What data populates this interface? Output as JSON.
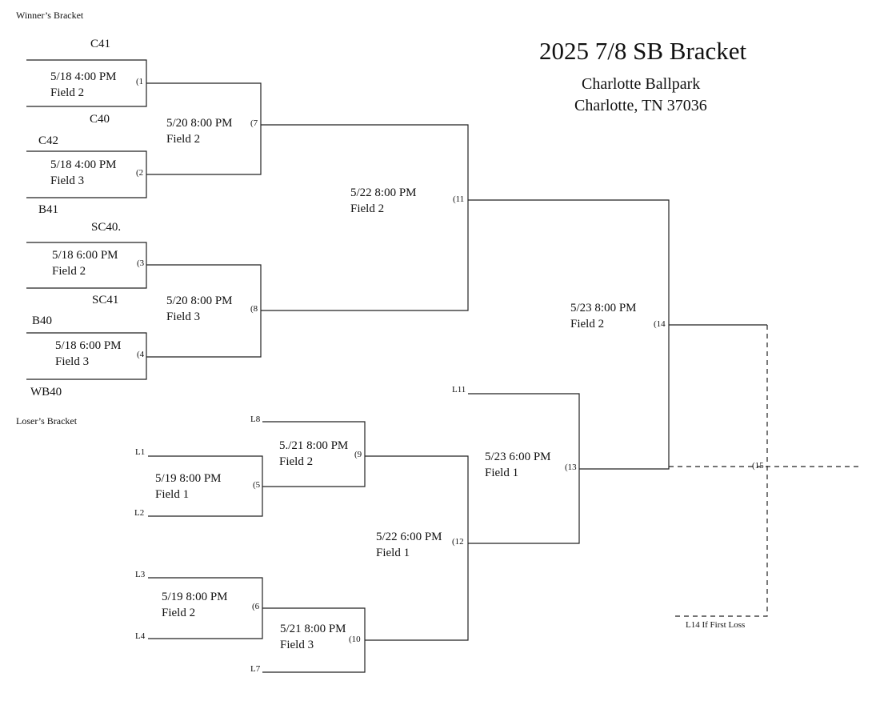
{
  "header": {
    "title": "2025 7/8 SB Bracket",
    "venue": "Charlotte Ballpark",
    "location": "Charlotte, TN 37036"
  },
  "sections": {
    "winners": "Winner’s Bracket",
    "losers": "Loser’s Bracket"
  },
  "winners_bracket": {
    "seeds": [
      "C41",
      "C40",
      "C42",
      "B41",
      "SC40.",
      "SC41",
      "B40",
      "WB40"
    ],
    "games": [
      {
        "num": "(1",
        "date": "5/18 4:00 PM",
        "field": "Field 2"
      },
      {
        "num": "(2",
        "date": "5/18 4:00 PM",
        "field": "Field 3"
      },
      {
        "num": "(3",
        "date": "5/18 6:00 PM",
        "field": "Field 2"
      },
      {
        "num": "(4",
        "date": "5/18 6:00 PM",
        "field": "Field 3"
      },
      {
        "num": "(7",
        "date": "5/20 8:00 PM",
        "field": "Field 2"
      },
      {
        "num": "(8",
        "date": "5/20 8:00 PM",
        "field": "Field 3"
      },
      {
        "num": "(11",
        "date": "5/22 8:00 PM",
        "field": "Field 2"
      },
      {
        "num": "(14",
        "date": "5/23 8:00 PM",
        "field": "Field 2"
      }
    ]
  },
  "losers_bracket": {
    "entries": [
      "L1",
      "L2",
      "L3",
      "L4",
      "L8",
      "L7",
      "L11"
    ],
    "games": [
      {
        "num": "(5",
        "date": "5/19 8:00 PM",
        "field": "Field 1"
      },
      {
        "num": "(6",
        "date": "5/19 8:00 PM",
        "field": "Field 2"
      },
      {
        "num": "(9",
        "date": "5./21 8:00 PM",
        "field": "Field 2"
      },
      {
        "num": "(10",
        "date": "5/21 8:00 PM",
        "field": "Field 3"
      },
      {
        "num": "(12",
        "date": "5/22 6:00 PM",
        "field": "Field 1"
      },
      {
        "num": "(13",
        "date": "5/23 6:00 PM",
        "field": "Field 1"
      }
    ]
  },
  "championship": {
    "num": "(15",
    "note": "L14 If First Loss"
  }
}
